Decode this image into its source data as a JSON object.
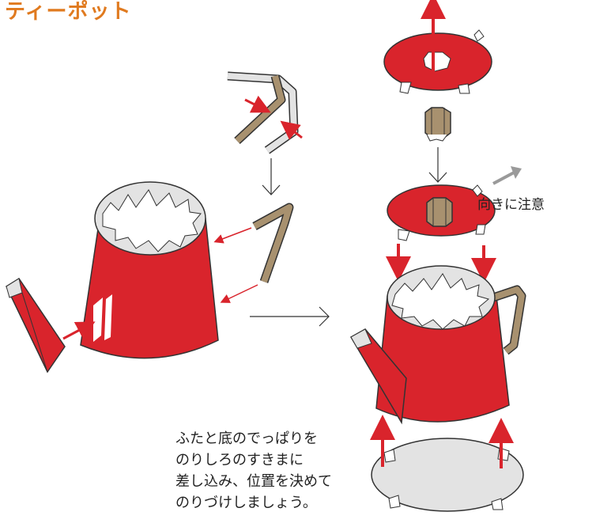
{
  "title": "ティーポット",
  "orientation_note": "向きに注意",
  "instructions": [
    "ふたと底のでっぱりを",
    "のりしろのすきまに",
    "差し込み、位置を決めて",
    "のりづけしましょう。"
  ],
  "colors": {
    "body_red": "#d9242c",
    "handle_brown": "#a8916f",
    "rim_gray": "#e3e3e3",
    "title_orange": "#e07a1f",
    "arrow_gray": "#9a9a9a"
  }
}
